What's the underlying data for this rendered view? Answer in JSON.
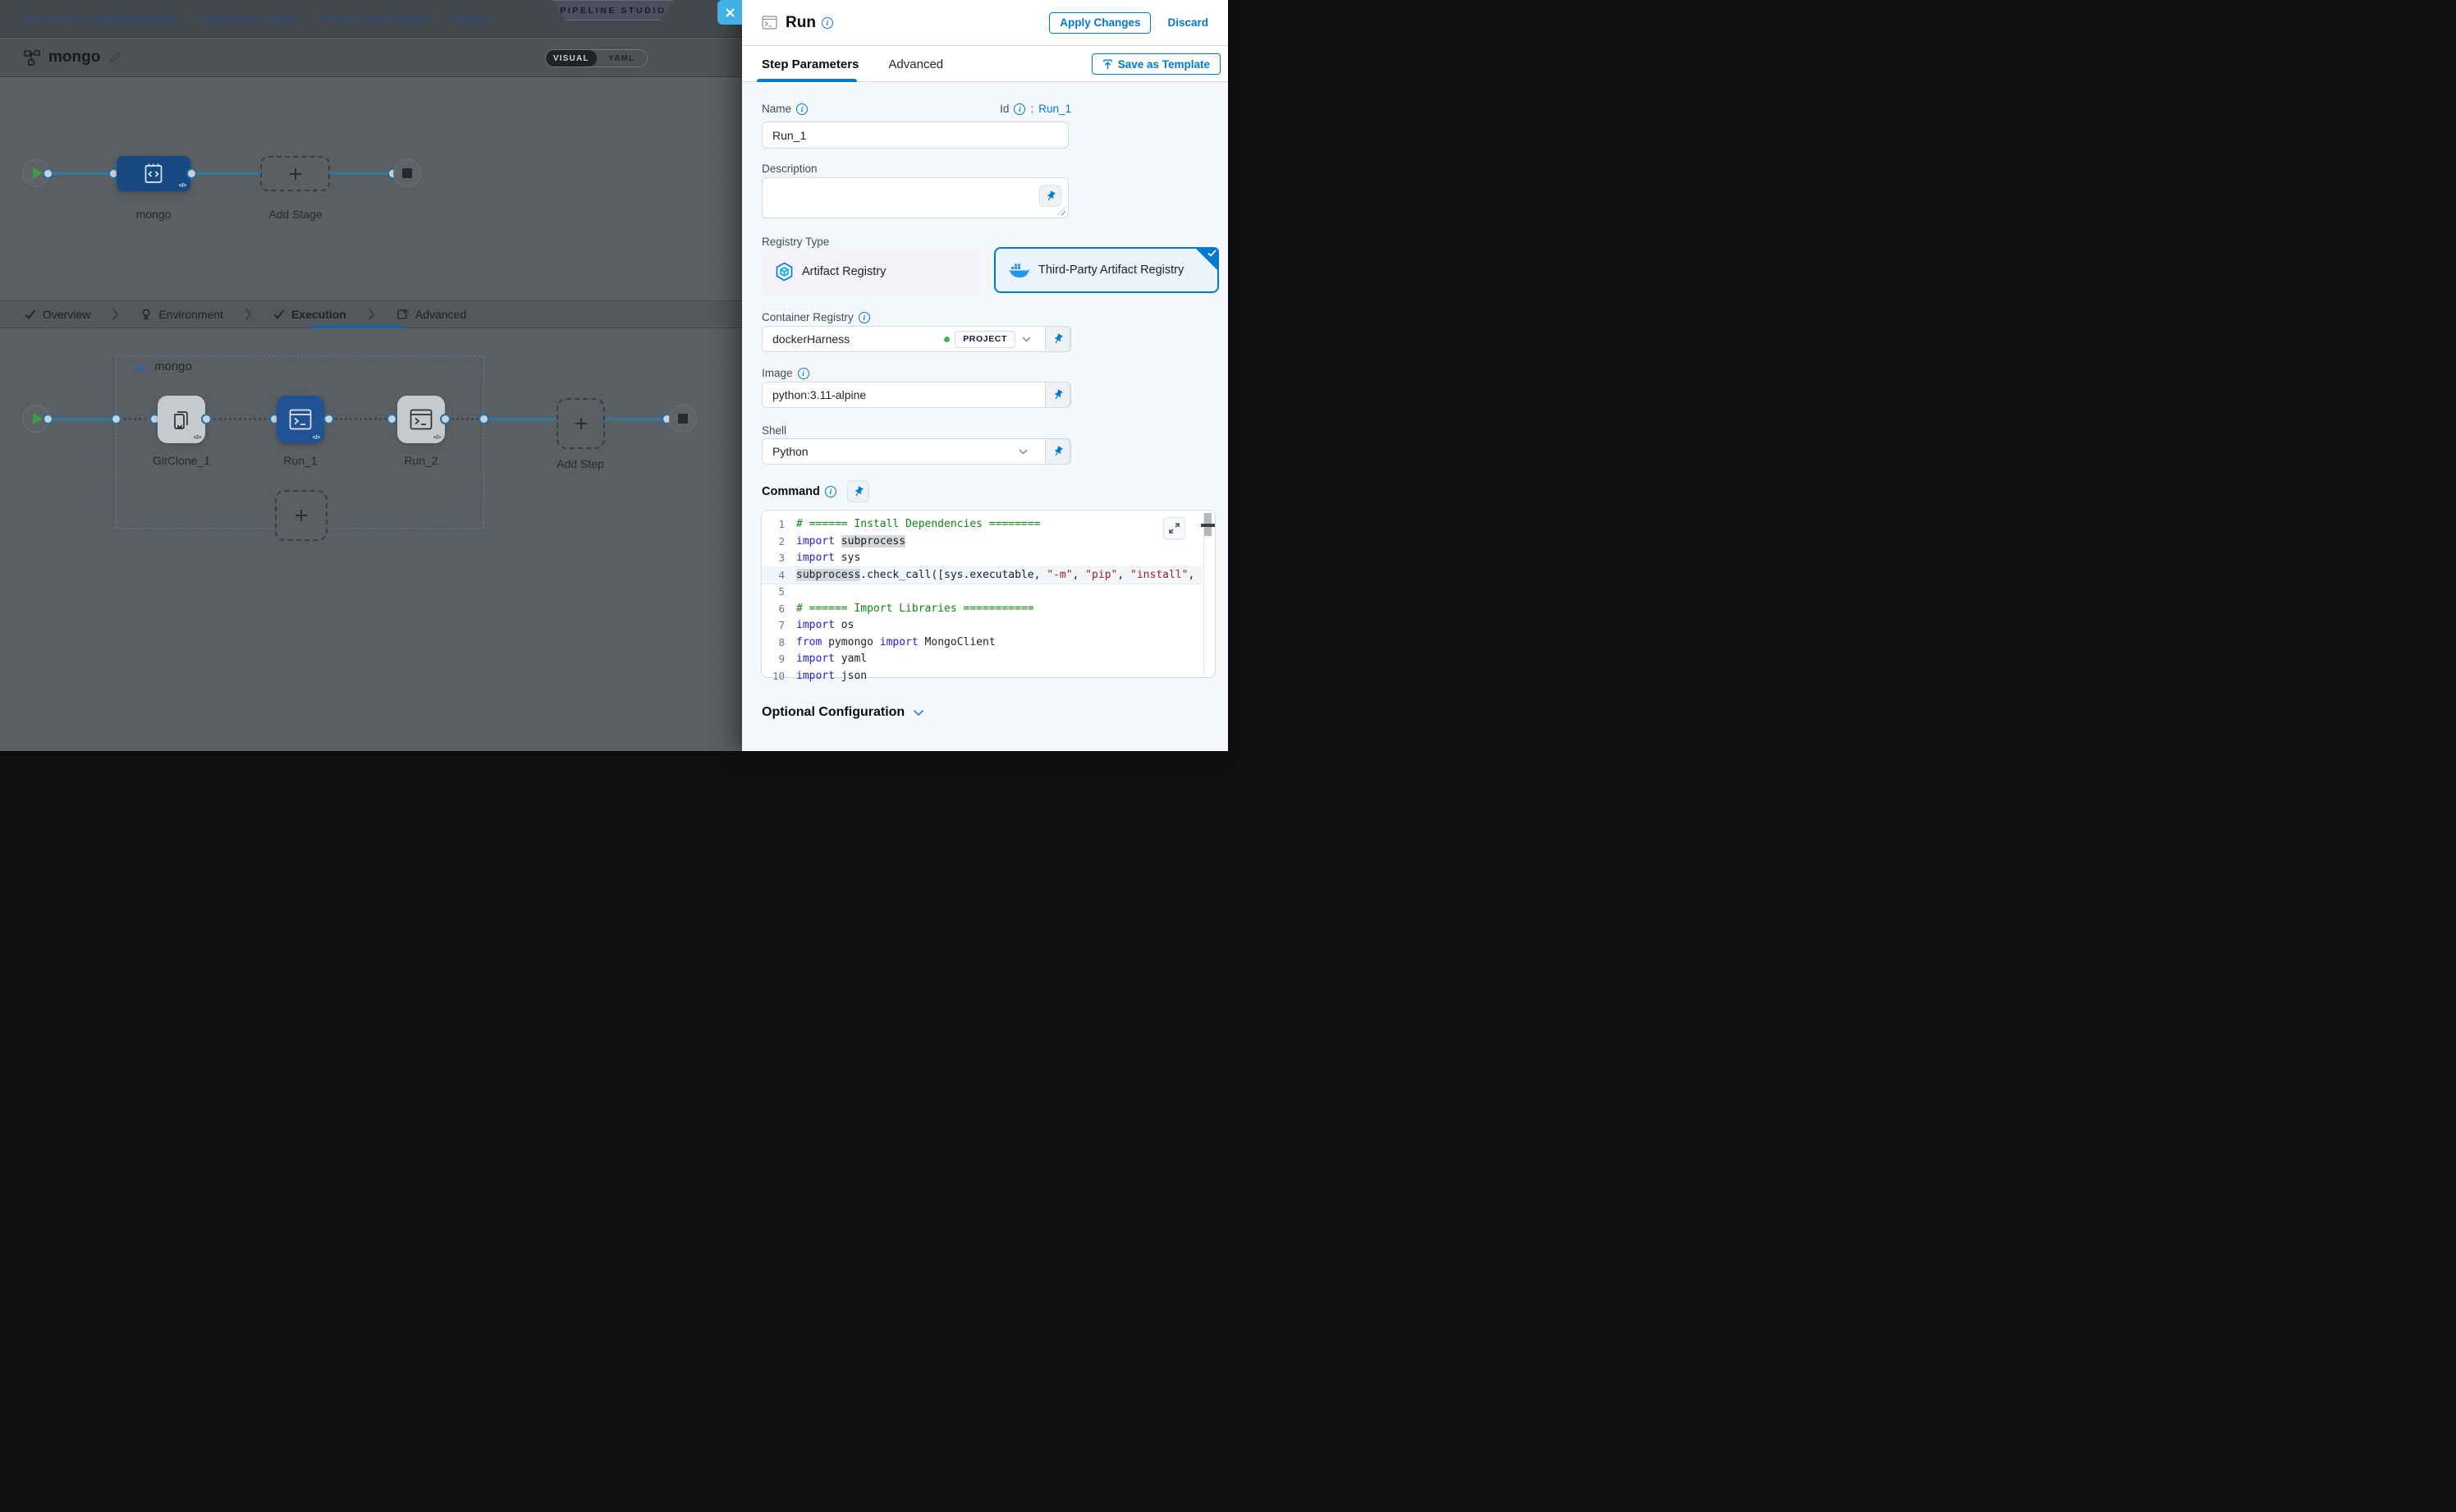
{
  "breadcrumb": {
    "items": [
      {
        "label": "Account: kurosakiichigo.songoku"
      },
      {
        "label": "Organization: default"
      },
      {
        "label": "Project: Default Project"
      },
      {
        "label": "Pipelines"
      }
    ]
  },
  "studio_badge": "PIPELINE STUDIO",
  "view_toggle": {
    "visual": "VISUAL",
    "yaml": "YAML",
    "selected": "VISUAL"
  },
  "pipeline": {
    "title": "mongo"
  },
  "stage_graph": {
    "stage_label": "mongo",
    "add_stage_label": "Add Stage"
  },
  "stage_tabs": {
    "items": [
      {
        "label": "Overview"
      },
      {
        "label": "Environment"
      },
      {
        "label": "Execution",
        "active": true
      },
      {
        "label": "Advanced"
      }
    ]
  },
  "execution_graph": {
    "group_label": "mongo",
    "steps": [
      {
        "label": "GitClone_1"
      },
      {
        "label": "Run_1",
        "selected": true
      },
      {
        "label": "Run_2"
      }
    ],
    "add_step_label": "Add Step"
  },
  "icons": {
    "code_badge": "</>"
  },
  "panel": {
    "title": "Run",
    "apply_button": "Apply Changes",
    "discard_button": "Discard",
    "tabs": {
      "step_parameters": "Step Parameters",
      "advanced": "Advanced"
    },
    "save_as_template": "Save as Template",
    "name": {
      "label": "Name",
      "value": "Run_1"
    },
    "id": {
      "label": "Id",
      "separator": ":",
      "value": "Run_1"
    },
    "description": {
      "label": "Description",
      "value": ""
    },
    "registry_type": {
      "label": "Registry Type",
      "options": [
        {
          "label": "Artifact Registry",
          "selected": false
        },
        {
          "label": "Third-Party Artifact Registry",
          "selected": true
        }
      ]
    },
    "container_registry": {
      "label": "Container Registry",
      "value": "dockerHarness",
      "scope_badge": "PROJECT"
    },
    "image": {
      "label": "Image",
      "value": "python:3.11-alpine"
    },
    "shell": {
      "label": "Shell",
      "value": "Python"
    },
    "command": {
      "label": "Command"
    },
    "optional_configuration": "Optional Configuration"
  },
  "code": {
    "lines": [
      {
        "num": 1,
        "segments": [
          {
            "t": "# ====== Install Dependencies ========",
            "c": "comment"
          }
        ]
      },
      {
        "num": 2,
        "segments": [
          {
            "t": "import",
            "c": "keyword"
          },
          {
            "t": " ",
            "c": "plain"
          },
          {
            "t": "subprocess",
            "c": "plain-hl"
          }
        ]
      },
      {
        "num": 3,
        "segments": [
          {
            "t": "import",
            "c": "keyword"
          },
          {
            "t": " sys",
            "c": "plain"
          }
        ]
      },
      {
        "num": 4,
        "active": true,
        "segments": [
          {
            "t": "subprocess",
            "c": "plain-hl"
          },
          {
            "t": ".check_call([sys.executable, ",
            "c": "plain"
          },
          {
            "t": "\"-m\"",
            "c": "string"
          },
          {
            "t": ", ",
            "c": "plain"
          },
          {
            "t": "\"pip\"",
            "c": "string"
          },
          {
            "t": ", ",
            "c": "plain"
          },
          {
            "t": "\"install\"",
            "c": "string"
          },
          {
            "t": ",",
            "c": "plain"
          }
        ]
      },
      {
        "num": 5,
        "segments": []
      },
      {
        "num": 6,
        "segments": [
          {
            "t": "# ====== Import Libraries ===========",
            "c": "comment"
          }
        ]
      },
      {
        "num": 7,
        "segments": [
          {
            "t": "import",
            "c": "keyword"
          },
          {
            "t": " os",
            "c": "plain"
          }
        ]
      },
      {
        "num": 8,
        "segments": [
          {
            "t": "from",
            "c": "keyword"
          },
          {
            "t": " pymongo ",
            "c": "plain"
          },
          {
            "t": "import",
            "c": "keyword"
          },
          {
            "t": " MongoClient",
            "c": "plain"
          }
        ]
      },
      {
        "num": 9,
        "segments": [
          {
            "t": "import",
            "c": "keyword"
          },
          {
            "t": " yaml",
            "c": "plain"
          }
        ]
      },
      {
        "num": 10,
        "segments": [
          {
            "t": "import",
            "c": "keyword"
          },
          {
            "t": " json",
            "c": "plain"
          }
        ]
      }
    ]
  },
  "colors": {
    "primary": "#0278d5",
    "docker_blue": "#2496ed",
    "success_green": "#42b054",
    "selected_step": "#215394"
  }
}
